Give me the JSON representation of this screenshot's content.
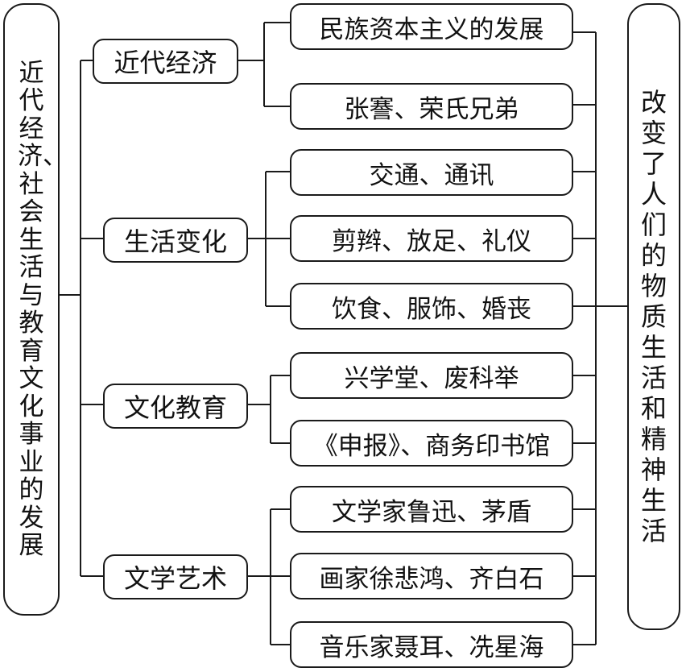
{
  "left_title": "近代经济、社会生活与教育文化事业的发展",
  "right_title": "改变了人们的物质生活和精神生活",
  "categories": [
    {
      "label": "近代经济",
      "items": [
        "民族资本主义的发展",
        "张謇、荣氏兄弟"
      ]
    },
    {
      "label": "生活变化",
      "items": [
        "交通、通讯",
        "剪辫、放足、礼仪",
        "饮食、服饰、婚丧"
      ]
    },
    {
      "label": "文化教育",
      "items": [
        "兴学堂、废科举",
        "《申报》、商务印书馆"
      ]
    },
    {
      "label": "文学艺术",
      "items": [
        "文学家鲁迅、茅盾",
        "画家徐悲鸿、齐白石",
        "音乐家聂耳、冼星海"
      ]
    }
  ]
}
